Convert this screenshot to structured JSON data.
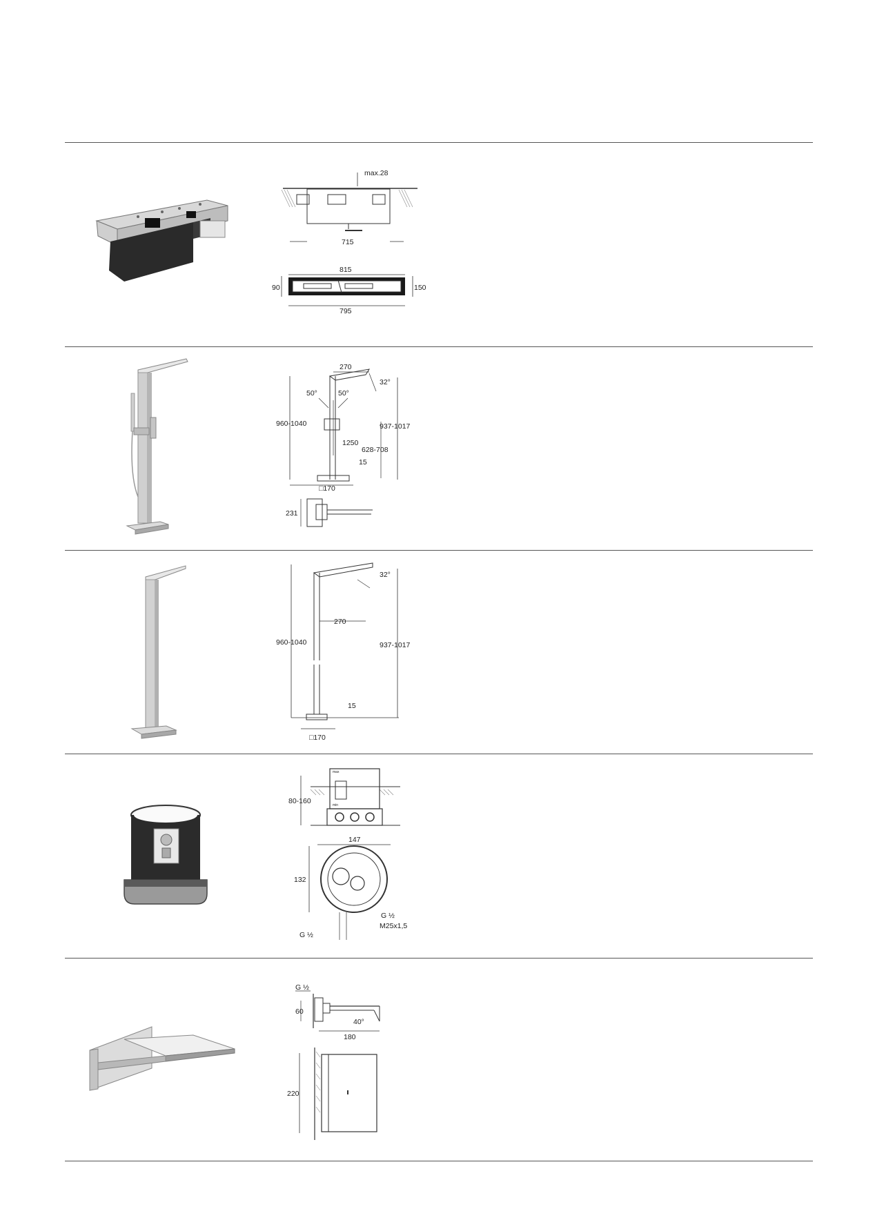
{
  "products": [
    {
      "id": "rough-in-box",
      "dims": {
        "max": "max.28",
        "inner_width": "715",
        "total_width": "815",
        "depth_left": "90",
        "depth_right": "150",
        "fixing_width": "795"
      }
    },
    {
      "id": "floor-standing-bath-mixer",
      "dims": {
        "reach": "270",
        "angle_spout": "32°",
        "angle_left": "50°",
        "angle_right": "50°",
        "height_total": "960-1040",
        "height_outlet": "937-1017",
        "hose": "1250",
        "handle_height": "628-708",
        "base_offset": "15",
        "base_square": "□170",
        "side_depth": "231"
      }
    },
    {
      "id": "floor-standing-spout",
      "dims": {
        "angle_spout": "32°",
        "reach": "270",
        "height_total": "960-1040",
        "height_outlet": "937-1017",
        "base_offset": "15",
        "base_square": "□170"
      }
    },
    {
      "id": "concealed-body",
      "dims": {
        "depth": "80-160",
        "width": "147",
        "height": "132",
        "thread_right": "G ½",
        "thread_bottom": "G ½",
        "screw": "M25x1,5",
        "label_max": "max",
        "label_min": "min"
      }
    },
    {
      "id": "wall-mounted-spout",
      "dims": {
        "thread": "G ½",
        "plate_height": "60",
        "angle": "40°",
        "projection": "180",
        "front_height": "220"
      }
    }
  ]
}
